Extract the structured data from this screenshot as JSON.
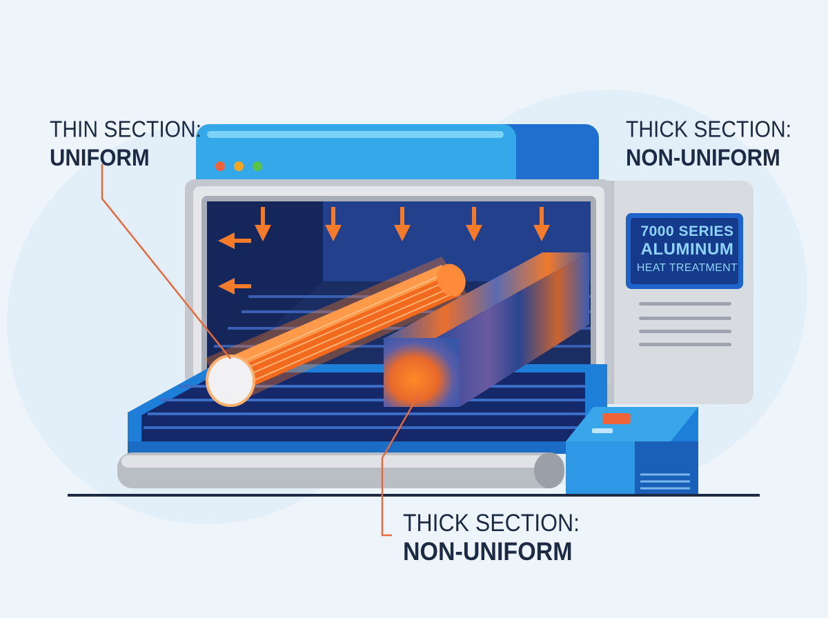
{
  "labels": {
    "thin_section": {
      "line1": "THIN SECTION:",
      "line2": "UNIFORM"
    },
    "thick_section_right": {
      "line1": "THICK SECTION:",
      "line2": "NON-UNIFORM"
    },
    "thick_section_bottom": {
      "line1": "THICK SECTION:",
      "line2": "NON-UNIFORM"
    }
  },
  "screen": {
    "line1": "7000 SERIES",
    "line2": "ALUMINUM",
    "line3": "HEAT TREATMENT"
  },
  "colors": {
    "background": "#eef5fa",
    "oven_blue": "#1e7fd8",
    "oven_light_blue": "#35b3ee",
    "chamber": "#1b2e63",
    "heat_orange": "#f57a2a",
    "panel_gray": "#d6d9de",
    "label_text": "#1c2a44",
    "leader_line": "#e8693a"
  },
  "window_dots": [
    "red-dot",
    "yellow-dot",
    "green-dot"
  ],
  "icons": {
    "heat_arrows_down": "arrow-down-icon",
    "heat_arrows_left": "arrow-left-icon"
  }
}
